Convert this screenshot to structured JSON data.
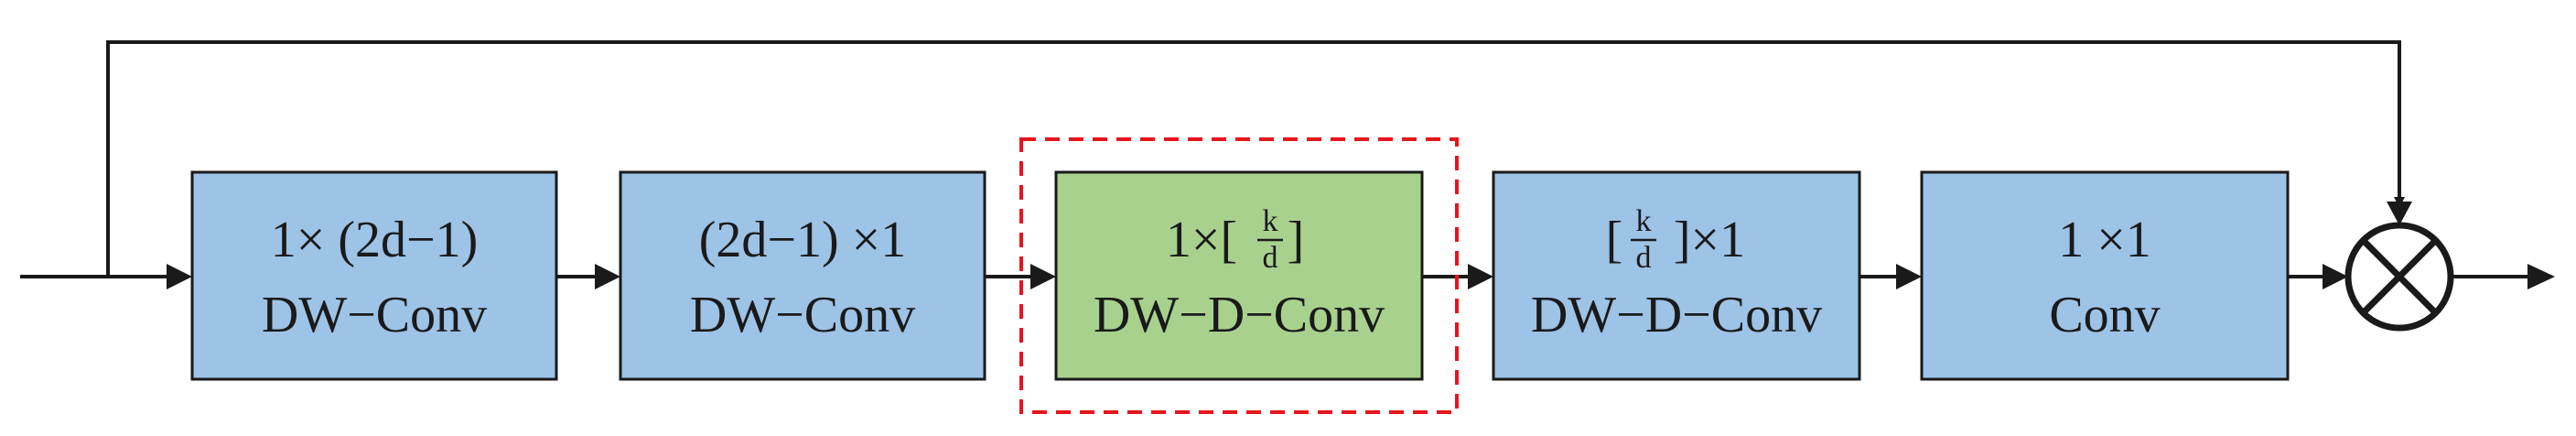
{
  "colors": {
    "blue_box": "#9DC3E6",
    "green_box": "#A9D18E",
    "stroke": "#1a1a1a",
    "highlight_dash": "#E8141C"
  },
  "blocks": [
    {
      "line1": "1× (2d−1)",
      "line2": "DW−Conv"
    },
    {
      "line1": "(2d−1) ×1",
      "line2": "DW−Conv"
    },
    {
      "line1_prefix": "1×[",
      "frac_num": "k",
      "frac_den": "d",
      "line1_suffix": "]",
      "line2": "DW−D−Conv"
    },
    {
      "line1_prefix": "[",
      "frac_num": "k",
      "frac_den": "d",
      "line1_suffix": "]×1",
      "line2": "DW−D−Conv"
    },
    {
      "line1": "1 ×1",
      "line2": "Conv"
    }
  ],
  "icons": {
    "multiply": "circled-times-icon"
  }
}
